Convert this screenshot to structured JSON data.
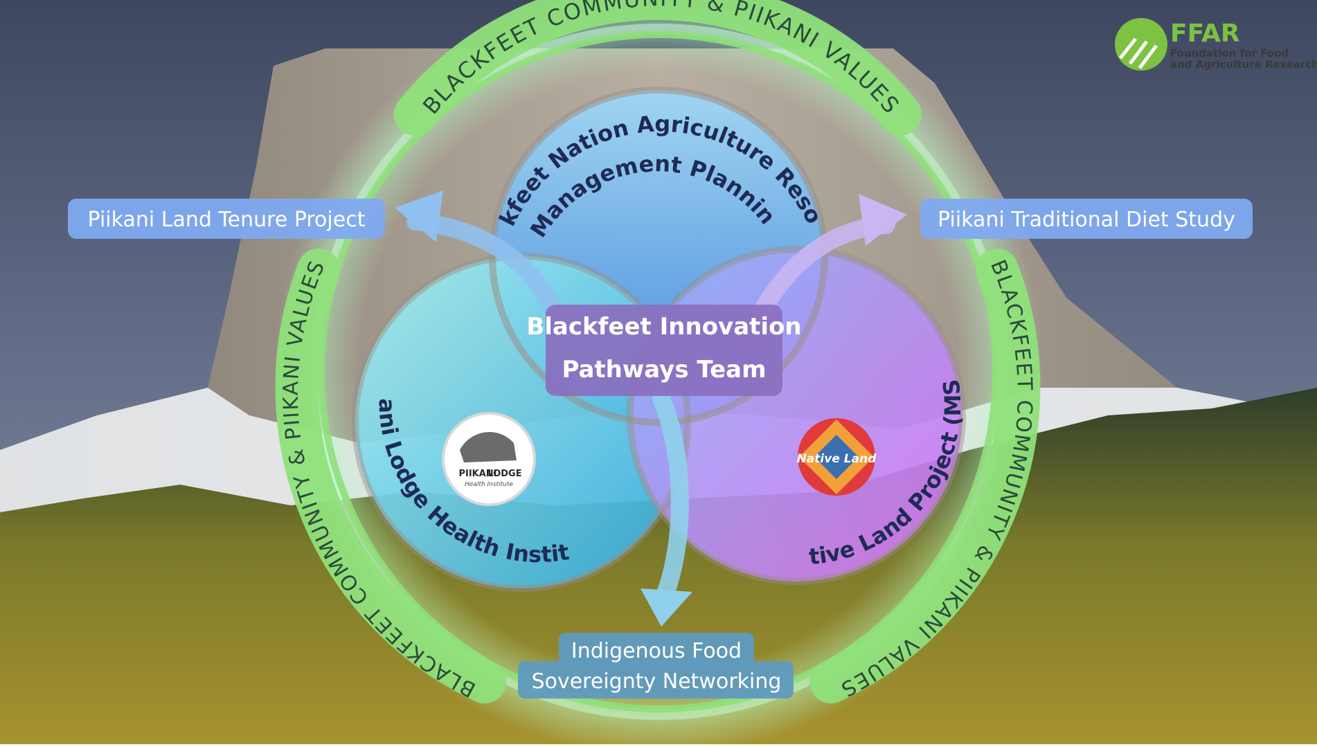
{
  "ring": {
    "top_label": "BLACKFEET COMMUNITY & PIIKANI VALUES",
    "left_label": "BLACKFEET COMMUNITY & PIIKANI VALUES",
    "right_label": "BLACKFEET COMMUNITY & PIIKANI VALUES",
    "bottom_left_label": "BLACKFEET",
    "bottom_right_label": "VALUES"
  },
  "center": {
    "line1": "Blackfeet Innovation",
    "line2": "Pathways Team"
  },
  "circles": {
    "top": {
      "line1": "Blackfeet Nation Agriculture Resource",
      "line2": "Management Planning"
    },
    "left": {
      "label": "Piikani Lodge Health Institute"
    },
    "right": {
      "label": "Native Land Project (MSU)"
    }
  },
  "outputs": {
    "left": "Piikani Land Tenure Project",
    "right": "Piikani Traditional Diet Study",
    "bottom_line1": "Indigenous Food",
    "bottom_line2": "Sovereignty Networking"
  },
  "logos": {
    "ffar_title": "FFAR",
    "ffar_line1": "Foundation for Food",
    "ffar_line2": "and Agriculture Research",
    "piikani_lodge_name": "PIIKANI",
    "piikani_lodge_name2": "LODGE",
    "piikani_lodge_sub": "Health Institute",
    "native_land": "Native Land"
  },
  "colors": {
    "ring": "#8fe07a",
    "ring_glow": "#b7f5c0",
    "circle_top": "#5aa9ec",
    "circle_left": "#5fd4e8",
    "circle_right": "#b47cf2",
    "center_box": "#8a6fbf",
    "output_box": "#7fa9f0",
    "ffar_green": "#7dc242",
    "ffar_text": "#3a3a3a"
  }
}
